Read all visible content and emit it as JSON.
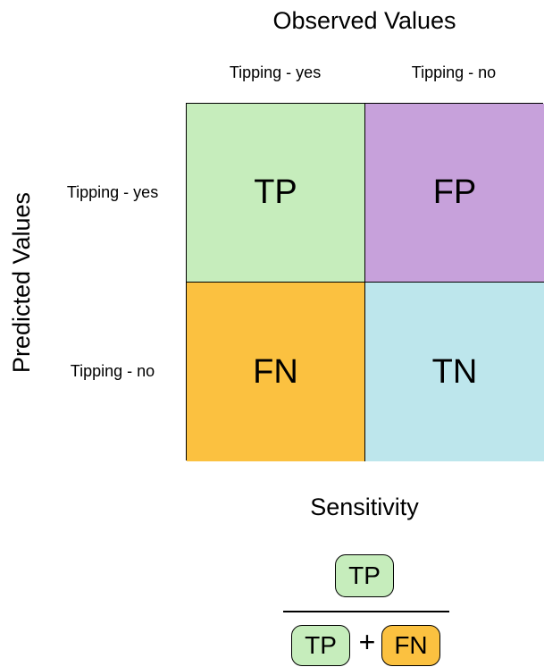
{
  "observed_title": "Observed Values",
  "predicted_title": "Predicted Values",
  "columns": [
    "Tipping - yes",
    "Tipping - no"
  ],
  "rows": [
    "Tipping - yes",
    "Tipping - no"
  ],
  "cells": [
    {
      "label": "TP",
      "color": "#C6EDBC"
    },
    {
      "label": "FP",
      "color": "#C7A1DB"
    },
    {
      "label": "FN",
      "color": "#FBC140"
    },
    {
      "label": "TN",
      "color": "#BDE6EC"
    }
  ],
  "formula": {
    "title": "Sensitivity",
    "numerator": "TP",
    "denominator_left": "TP",
    "operator": "+",
    "denominator_right": "FN"
  }
}
